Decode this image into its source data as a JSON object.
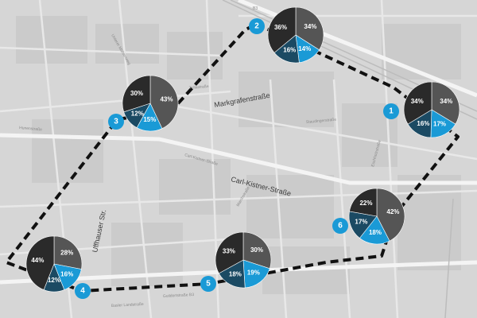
{
  "map": {
    "major_labels": [
      {
        "id": "markgrafenstrasse",
        "text": "Markgrafenstraße"
      },
      {
        "id": "carl-kistner-strasse",
        "text": "Carl-Kistner-Straße"
      },
      {
        "id": "uffhauser-str",
        "text": "Uffhauser Str."
      }
    ],
    "minor_labels": [
      {
        "id": "b3-top",
        "text": "B3"
      },
      {
        "id": "unterer-muehlenweg",
        "text": "Unterer Mühlenweg"
      },
      {
        "id": "tullaweg",
        "text": "Tullastraße"
      },
      {
        "id": "carl-kistner-minor",
        "text": "Carl-Kistner-Straße"
      },
      {
        "id": "basler-landstr",
        "text": "Basler Landstraße"
      },
      {
        "id": "guildortstr",
        "text": "Guildortstraße  B3"
      },
      {
        "id": "eschholzstr",
        "text": "Eschholzstraße"
      },
      {
        "id": "markwaldstr",
        "text": "Marchstraße"
      },
      {
        "id": "staudingerstr",
        "text": "Staudingerstraße"
      },
      {
        "id": "hunenstr",
        "text": "Hunenstraße"
      }
    ],
    "colors": {
      "route": "#111111",
      "badge": "#1a9ad6",
      "slice_dark": "#2a2a2a",
      "slice_gray": "#555555",
      "slice_blue": "#1a9ad6",
      "slice_navy": "#1b4a63"
    }
  },
  "stops": [
    {
      "id": 1,
      "label": "1",
      "slices": [
        {
          "value": 34,
          "label": "34%",
          "color": "gray"
        },
        {
          "value": 17,
          "label": "17%",
          "color": "blue"
        },
        {
          "value": 16,
          "label": "16%",
          "color": "navy"
        },
        {
          "value": 34,
          "label": "34%",
          "color": "dark"
        }
      ]
    },
    {
      "id": 2,
      "label": "2",
      "slices": [
        {
          "value": 34,
          "label": "34%",
          "color": "gray"
        },
        {
          "value": 14,
          "label": "14%",
          "color": "blue"
        },
        {
          "value": 16,
          "label": "16%",
          "color": "navy"
        },
        {
          "value": 36,
          "label": "36%",
          "color": "dark"
        }
      ]
    },
    {
      "id": 3,
      "label": "3",
      "slices": [
        {
          "value": 43,
          "label": "43%",
          "color": "gray"
        },
        {
          "value": 15,
          "label": "15%",
          "color": "blue"
        },
        {
          "value": 12,
          "label": "12%",
          "color": "navy"
        },
        {
          "value": 30,
          "label": "30%",
          "color": "dark"
        }
      ]
    },
    {
      "id": 4,
      "label": "4",
      "slices": [
        {
          "value": 28,
          "label": "28%",
          "color": "gray"
        },
        {
          "value": 16,
          "label": "16%",
          "color": "blue"
        },
        {
          "value": 12,
          "label": "12%",
          "color": "navy"
        },
        {
          "value": 44,
          "label": "44%",
          "color": "dark"
        }
      ]
    },
    {
      "id": 5,
      "label": "5",
      "slices": [
        {
          "value": 30,
          "label": "30%",
          "color": "gray"
        },
        {
          "value": 19,
          "label": "19%",
          "color": "blue"
        },
        {
          "value": 18,
          "label": "18%",
          "color": "navy"
        },
        {
          "value": 33,
          "label": "33%",
          "color": "dark"
        }
      ]
    },
    {
      "id": 6,
      "label": "6",
      "slices": [
        {
          "value": 42,
          "label": "42%",
          "color": "gray"
        },
        {
          "value": 18,
          "label": "18%",
          "color": "blue"
        },
        {
          "value": 17,
          "label": "17%",
          "color": "navy"
        },
        {
          "value": 22,
          "label": "22%",
          "color": "dark"
        }
      ]
    }
  ]
}
